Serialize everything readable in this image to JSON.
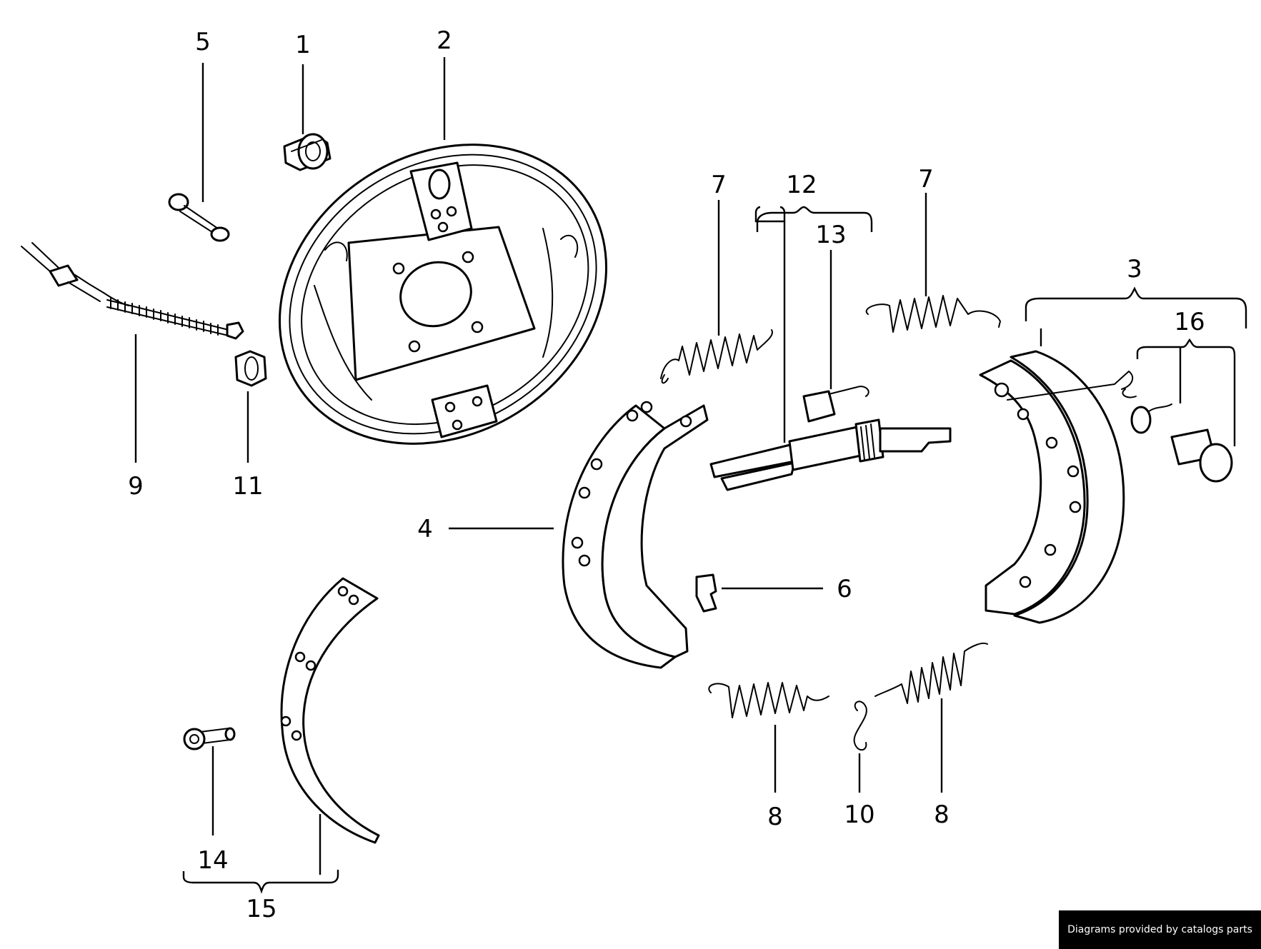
{
  "diagram": {
    "callouts": {
      "c1": "1",
      "c2": "2",
      "c3": "3",
      "c4": "4",
      "c5": "5",
      "c6": "6",
      "c7a": "7",
      "c7b": "7",
      "c8a": "8",
      "c8b": "8",
      "c9": "9",
      "c10": "10",
      "c11": "11",
      "c12": "12",
      "c13": "13",
      "c14": "14",
      "c15": "15",
      "c16": "16"
    }
  },
  "footer": {
    "credit": "Diagrams provided by catalogs parts"
  }
}
